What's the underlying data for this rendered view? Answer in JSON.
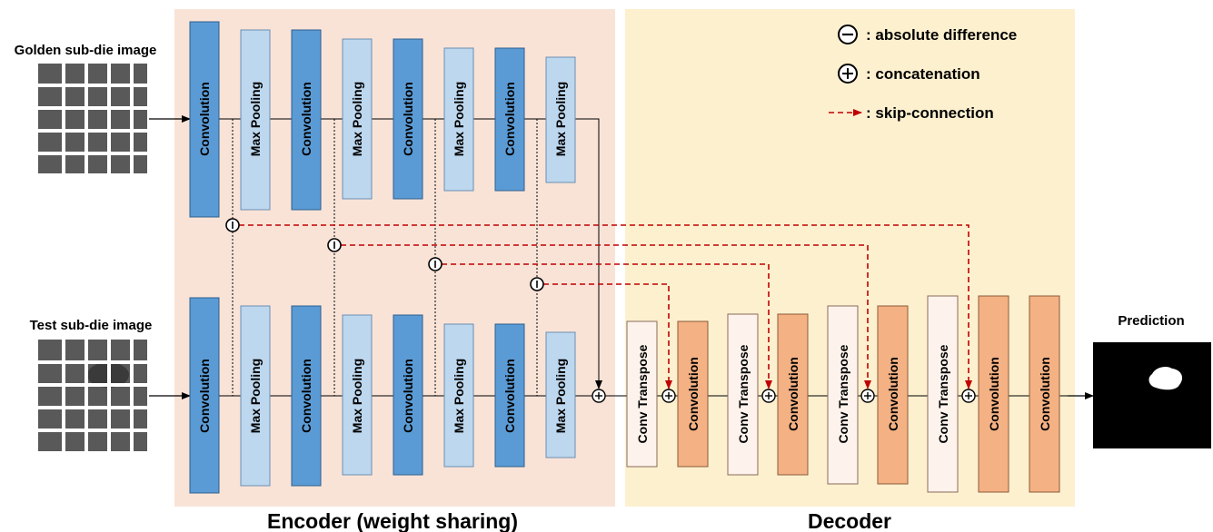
{
  "inputs": {
    "golden_label": "Golden sub-die image",
    "test_label": "Test sub-die image",
    "prediction_label": "Prediction"
  },
  "encoder": {
    "title": "Encoder (weight sharing)",
    "blocks": [
      "Convolution",
      "Max Pooling",
      "Convolution",
      "Max Pooling",
      "Convolution",
      "Max Pooling",
      "Convolution",
      "Max Pooling"
    ]
  },
  "decoder": {
    "title": "Decoder",
    "blocks": [
      "Conv Transpose",
      "Convolution",
      "Conv Transpose",
      "Convolution",
      "Conv Transpose",
      "Convolution",
      "Conv Transpose",
      "Convolution",
      "Convolution"
    ]
  },
  "legend": {
    "absolute_difference": ": absolute difference",
    "concatenation": ": concatenation",
    "skip_connection": ": skip-connection"
  },
  "colors": {
    "encoder_bg": "#f9e3d7",
    "decoder_bg": "#fdf0cf",
    "conv_dark": "#5b9bd5",
    "pool_light": "#bdd7ee",
    "conv_transpose": "#fdf3ec",
    "decoder_conv": "#f4b183",
    "skip_arrow": "#c00000"
  },
  "symbols": {
    "minus": "−",
    "plus": "+"
  }
}
